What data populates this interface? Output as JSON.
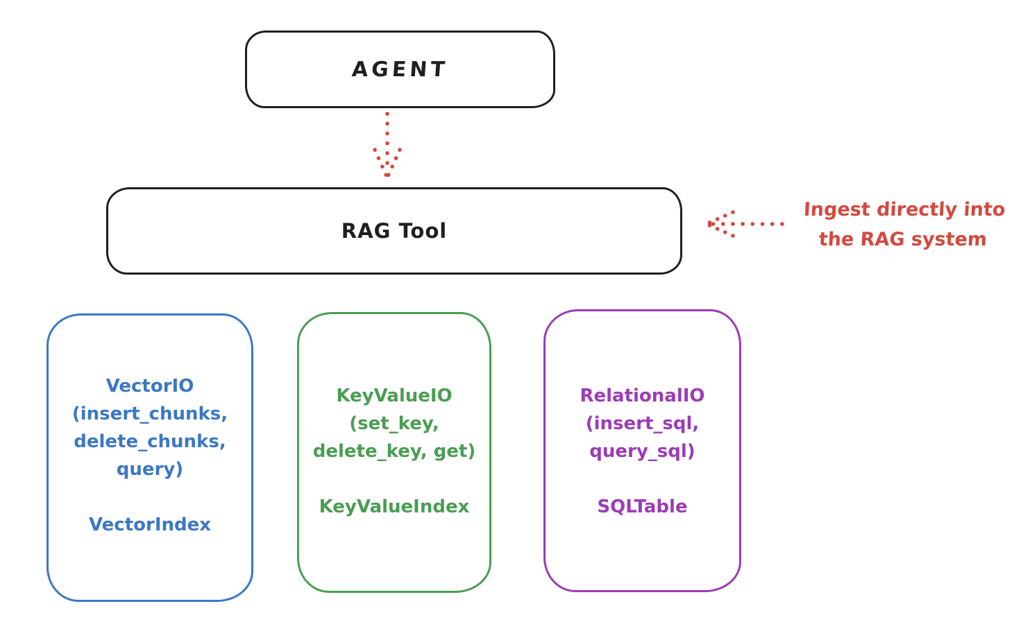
{
  "canvas": {
    "background": "#ffffff"
  },
  "colors": {
    "stroke_black": "#1f1f1f",
    "accent_red": "#d4493e",
    "node_blue": "#3b78c2",
    "node_green": "#4a9d53",
    "node_purple": "#9c3bb8"
  },
  "nodes": {
    "agent": {
      "label": "AGENT"
    },
    "rag_tool": {
      "label": "RAG Tool"
    },
    "vector_io": {
      "title": "VectorIO",
      "methods": [
        "(insert_chunks,",
        "delete_chunks,",
        "query)"
      ],
      "index": "VectorIndex",
      "color": "#3b78c2"
    },
    "key_value_io": {
      "title": "KeyValueIO",
      "methods": [
        "(set_key,",
        "delete_key, get)"
      ],
      "index": "KeyValueIndex",
      "color": "#4a9d53"
    },
    "relational_io": {
      "title": "RelationalIO",
      "methods": [
        "(insert_sql,",
        "query_sql)"
      ],
      "index": "SQLTable",
      "color": "#9c3bb8"
    }
  },
  "annotation": {
    "lines": [
      "Ingest directly into",
      "the RAG system"
    ],
    "color": "#d4493e"
  },
  "arrows": {
    "agent_to_rag": {
      "style": "dotted",
      "direction": "down",
      "color": "#d4493e"
    },
    "ingest_to_rag": {
      "style": "dotted",
      "direction": "left",
      "color": "#d4493e"
    }
  }
}
